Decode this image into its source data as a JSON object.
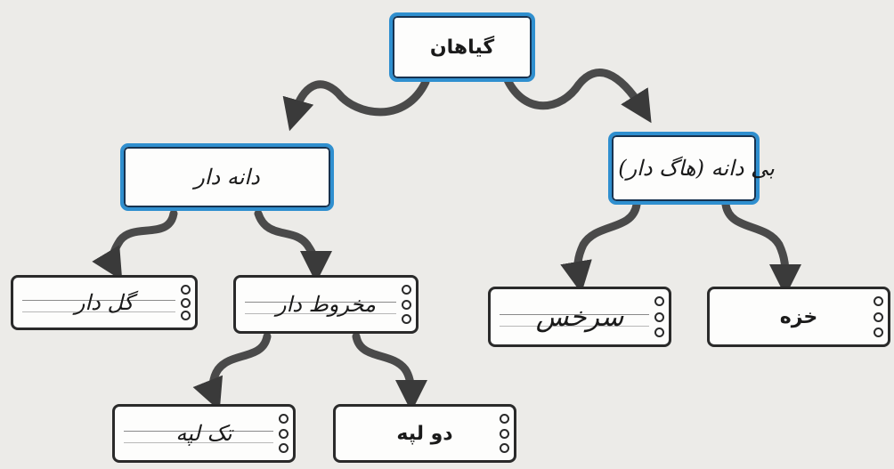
{
  "nodes": {
    "plants": "گیاهان",
    "seed_plants": "دانه دار",
    "seedless_plants": "بی دانه (هاگ دار)",
    "flowering": "گل دار",
    "conifers": "مخروط دار",
    "fern": "سرخس",
    "moss": "خزه",
    "monocot": "تک لپه",
    "dicot": "دو لپه"
  },
  "colors": {
    "box_border_blue": "#2f8fcf",
    "arrow_fill": "#4a4a4a",
    "card_border": "#2a2a2a"
  }
}
